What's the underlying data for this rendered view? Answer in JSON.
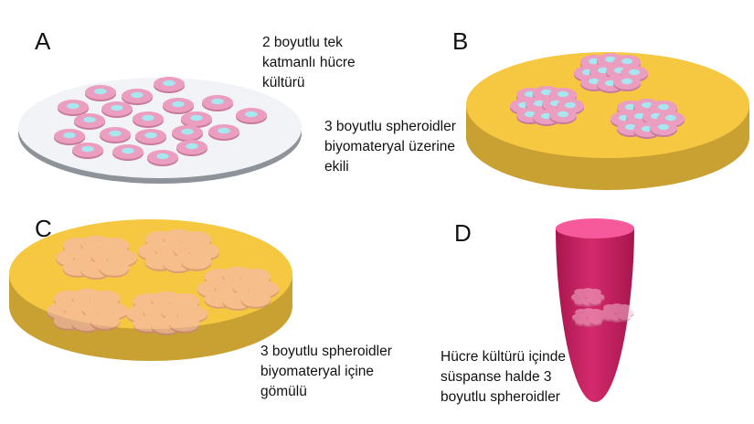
{
  "panels": {
    "a": {
      "label": "A",
      "caption": [
        "2 boyutlu tek",
        "katmanlı hücre",
        "kültürü"
      ]
    },
    "b": {
      "label": "B",
      "caption": [
        "3 boyutlu spheroidler",
        "biyomateryal üzerine",
        "ekili"
      ]
    },
    "c": {
      "label": "C",
      "caption": [
        "3 boyutlu spheroidler",
        "biyomateryal içine",
        "gömülü"
      ]
    },
    "d": {
      "label": "D",
      "caption": [
        "Hücre kültürü içinde",
        "süspanse halde 3",
        "boyutlu spheroidler"
      ]
    }
  },
  "colors": {
    "plate_white": "#f1f3f6",
    "plate_yellow": "#f6c842",
    "plate_yellow_side": "#c9a032",
    "cell_pink": "#ec9ec0",
    "cell_nucleus": "#a8e6f0",
    "tube_top": "#f65a9a",
    "tube_body": "#c8205f"
  }
}
